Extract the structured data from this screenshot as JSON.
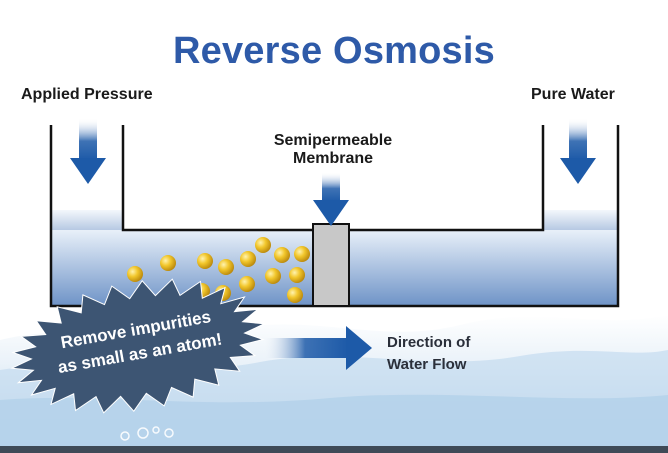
{
  "title": "Reverse Osmosis",
  "labels": {
    "applied_pressure": "Applied Pressure",
    "pure_water": "Pure Water",
    "membrane_line1": "Semipermeable",
    "membrane_line2": "Membrane",
    "flow_line1": "Direction of",
    "flow_line2": "Water Flow"
  },
  "callout": {
    "line1": "Remove impurities",
    "line2": "as small as an atom!"
  },
  "colors": {
    "title": "#2e5aa8",
    "arrow": "#1d5aa8",
    "water_top": "#dbe8f5",
    "water_bottom": "#6f94c8",
    "particle": "#e6b91a",
    "burst": "#3d5573",
    "membrane": "#c8c8c8"
  }
}
